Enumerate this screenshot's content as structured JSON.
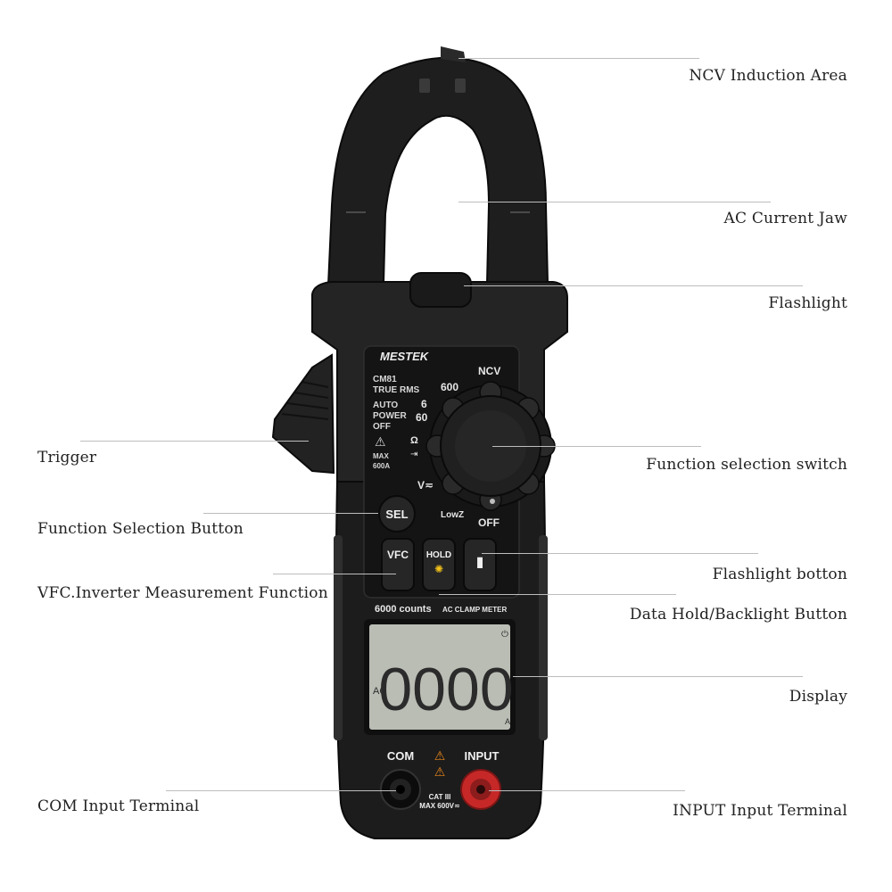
{
  "brand": "MESTEK",
  "model": "CM81",
  "true_rms": "TRUE RMS",
  "auto_power_off": [
    "AUTO",
    "POWER",
    "OFF"
  ],
  "max_label": [
    "MAX",
    "600A"
  ],
  "dial": {
    "ncv": "NCV",
    "a600": "600",
    "a6_60": [
      "6",
      "60"
    ],
    "ohm": "Ω",
    "volt": "V≂",
    "lowz": "LowZ",
    "off": "OFF"
  },
  "buttons": {
    "sel": "SEL",
    "vfc": "VFC",
    "hold": "HOLD"
  },
  "counts_text": "6000 counts",
  "meter_text": "AC CLAMP METER",
  "display": {
    "reading": "0000",
    "mode": "AC",
    "unit": "A"
  },
  "terminals": {
    "com": "COM",
    "input": "INPUT",
    "cat": "CAT III",
    "max": "MAX 600V≂"
  },
  "callouts": {
    "ncv_induction_area": "NCV  Induction Area",
    "ac_current_jaw": "AC Current Jaw",
    "flashlight": "Flashlight",
    "trigger": "Trigger",
    "function_selection_switch": "Function selection switch",
    "function_selection_button": "Function Selection Button",
    "flashlight_button": "Flashlight botton",
    "vfc_function": "VFC.Inverter Measurement Function",
    "data_hold_button": "Data Hold/Backlight Button",
    "display": "Display",
    "com_terminal": "COM Input Terminal",
    "input_terminal": "INPUT Input Terminal"
  },
  "colors": {
    "body": "#1c1c1c",
    "panel": "#141414",
    "lcd": "#b9bdb4",
    "input_jack": "#c62828",
    "warning": "#e8861a"
  }
}
